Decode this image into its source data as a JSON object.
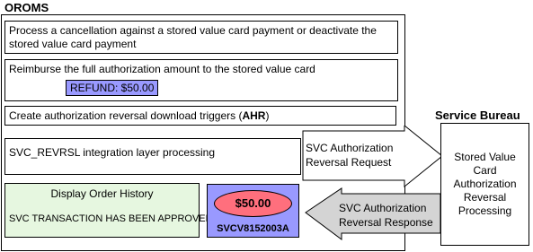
{
  "oroms": {
    "title": "OROMS",
    "step1": "Process a cancellation against a stored value card payment or deactivate the stored value card payment",
    "step2": "Reimburse the full authorization amount to the stored value card",
    "refund_label": "REFUND: $50.00",
    "step3_before": "Create authorization reversal download triggers (",
    "step3_code": "AHR",
    "step3_after": ")",
    "step4": "SVC_REVRSL integration layer processing",
    "history_title": "Display Order History",
    "history_status": "SVC TRANSACTION HAS BEEN APPROVED",
    "card_amount": "$50.00",
    "card_number": "SVCV8152003A"
  },
  "service_bureau": {
    "title": "Service Bureau",
    "box_text_lines": [
      "Stored Value",
      "Card",
      "Authorization",
      "Reversal",
      "Processing"
    ]
  },
  "arrows": {
    "request_line1": "SVC Authorization",
    "request_line2": "Reversal Request",
    "response_line1": "SVC Authorization",
    "response_line2": "Reversal Response"
  },
  "colors": {
    "refund_fill": "#9999ff",
    "card_fill": "#9999ff",
    "oval_fill": "#ff6f7d",
    "history_fill": "#e6f7e0",
    "response_arrow_fill": "#d4d4d4"
  }
}
